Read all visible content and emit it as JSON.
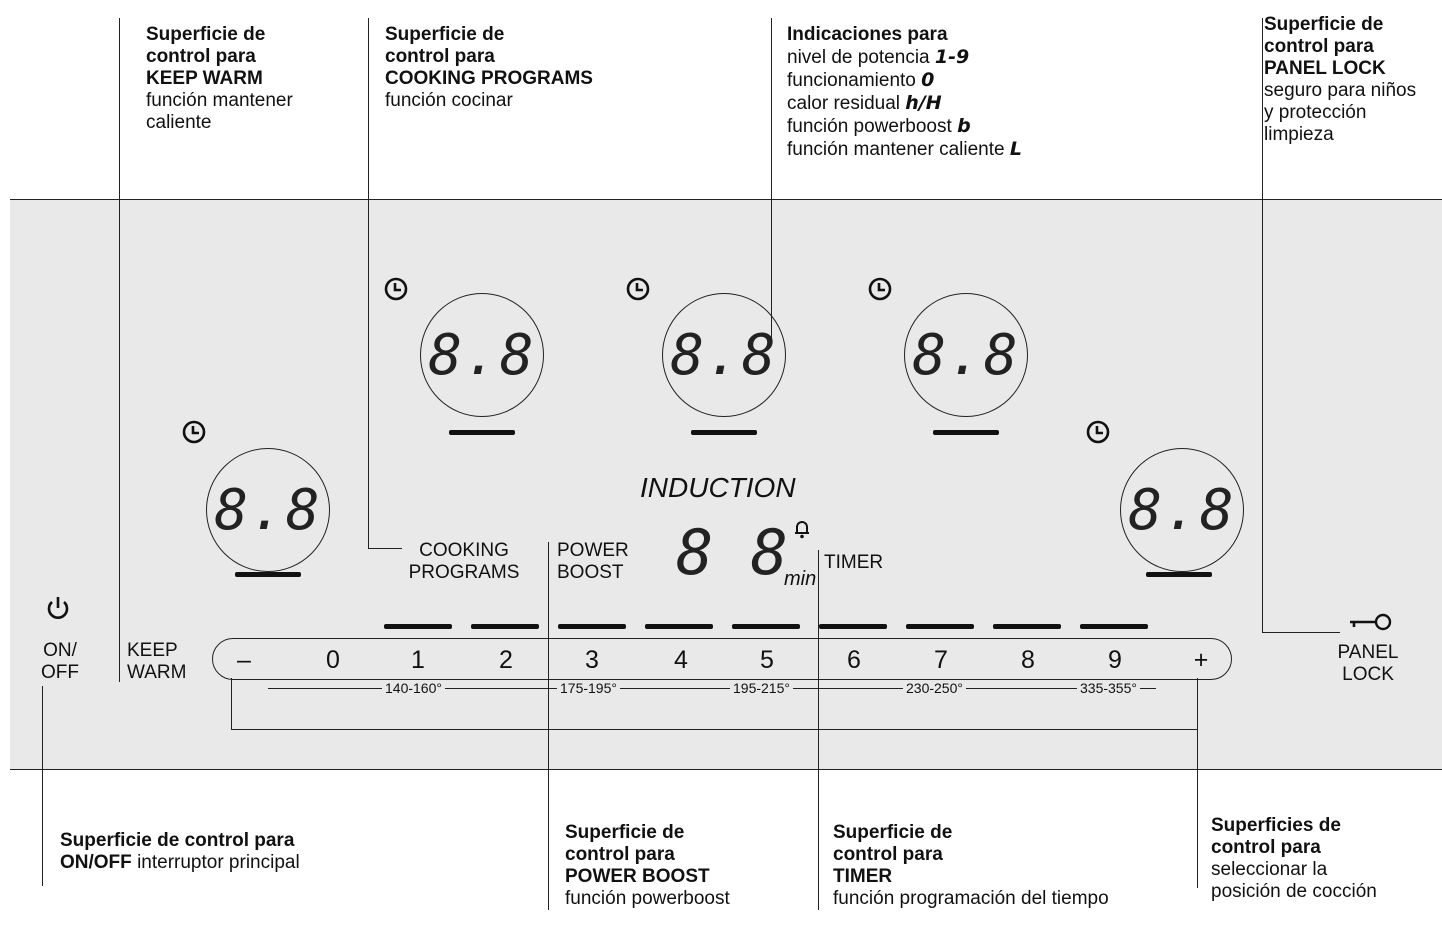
{
  "annotations": {
    "keep_warm": {
      "title": [
        "Superficie de",
        "control para",
        "KEEP WARM"
      ],
      "desc": [
        "función mantener",
        "caliente"
      ]
    },
    "cooking_programs": {
      "title": [
        "Superficie de",
        "control para",
        "COOKING PROGRAMS"
      ],
      "desc": [
        "función cocinar"
      ]
    },
    "indications": {
      "title": "Indicaciones para",
      "lines": [
        {
          "text": "nivel de potencia",
          "symbol": "1-9"
        },
        {
          "text": "funcionamiento",
          "symbol": "0"
        },
        {
          "text": "calor residual",
          "symbol": "h/H"
        },
        {
          "text": "función powerboost",
          "symbol": "b"
        },
        {
          "text": "función mantener caliente",
          "symbol": "L"
        }
      ]
    },
    "panel_lock": {
      "title": [
        "Superficie de",
        "control para",
        "PANEL LOCK"
      ],
      "desc": [
        "seguro para niños",
        "y protección",
        "limpieza"
      ]
    },
    "on_off": {
      "title": "Superficie de control para",
      "bold": "ON/OFF",
      "desc": "interruptor principal"
    },
    "power_boost": {
      "title": [
        "Superficie de",
        "control para",
        "POWER BOOST"
      ],
      "desc": [
        "función powerboost"
      ]
    },
    "timer": {
      "title": [
        "Superficie de",
        "control para",
        "TIMER"
      ],
      "desc": [
        "función programación del tiempo"
      ]
    },
    "positions": {
      "title": [
        "Superficies de",
        "control para"
      ],
      "desc": [
        "seleccionar la",
        "posición de cocción"
      ]
    }
  },
  "panel": {
    "display_glyph": "8.8",
    "timer_glyph": "8 8",
    "induction": "INDUCTION",
    "min": "min",
    "labels": {
      "cooking": [
        "COOKING",
        "PROGRAMS"
      ],
      "power_boost": [
        "POWER",
        "BOOST"
      ],
      "timer": "TIMER",
      "on_off": [
        "ON/",
        "OFF"
      ],
      "keep_warm": [
        "KEEP",
        "WARM"
      ],
      "panel_lock": [
        "PANEL",
        "LOCK"
      ]
    },
    "keys": [
      "–",
      "0",
      "1",
      "2",
      "3",
      "4",
      "5",
      "6",
      "7",
      "8",
      "9",
      "+"
    ],
    "temps": [
      "140-160°",
      "175-195°",
      "195-215°",
      "230-250°",
      "335-355°"
    ]
  }
}
